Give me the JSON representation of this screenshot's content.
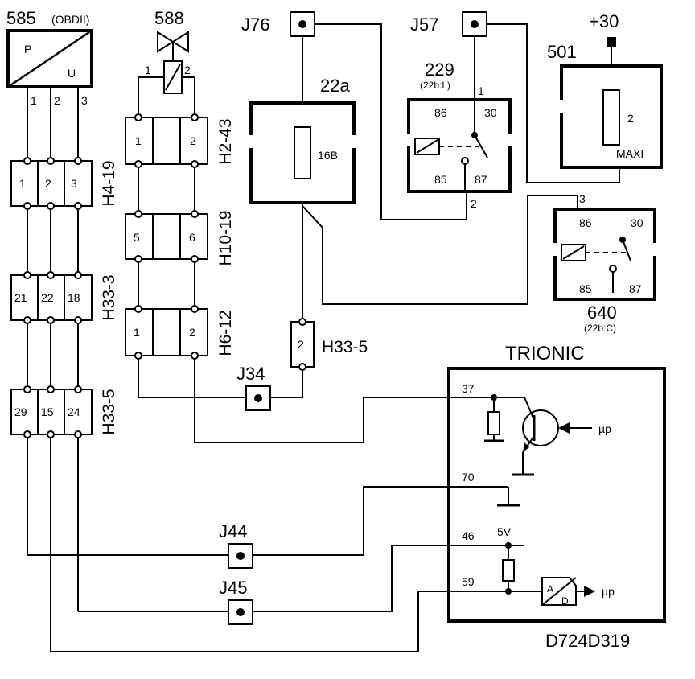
{
  "title": "D724D319",
  "components": {
    "sensor_585": {
      "label": "585",
      "sub": "(OBDII)",
      "p": "P",
      "u": "U",
      "pins": [
        "1",
        "2",
        "3"
      ]
    },
    "valve_588": {
      "label": "588",
      "pins": [
        "1",
        "2"
      ]
    },
    "junction_j76": {
      "label": "J76"
    },
    "junction_j57": {
      "label": "J57"
    },
    "fuse_22a": {
      "label": "22a",
      "value": "16B"
    },
    "relay_229": {
      "label": "229",
      "sub": "(22b:L)",
      "pins": [
        "86",
        "30",
        "85",
        "87"
      ],
      "ext_pins": [
        "1",
        "2"
      ]
    },
    "fuse_501": {
      "label": "501",
      "supply": "+30",
      "pin": "2",
      "type": "MAXI"
    },
    "relay_640": {
      "label": "640",
      "sub": "(22b:C)",
      "pins": [
        "86",
        "30",
        "85",
        "87"
      ],
      "ext_pin": "3"
    },
    "trionic": {
      "label": "TRIONIC",
      "pins": [
        "37",
        "70",
        "46",
        "59"
      ],
      "vref": "5V",
      "mp1": "µp",
      "mp2": "µp",
      "adc_a": "A",
      "adc_d": "D"
    },
    "junction_j34": {
      "label": "J34"
    },
    "junction_j44": {
      "label": "J44"
    },
    "junction_j45": {
      "label": "J45"
    }
  },
  "connectors": {
    "h4_19": {
      "label": "H4-19",
      "pins": [
        "1",
        "2",
        "3"
      ]
    },
    "h33_3": {
      "label": "H33-3",
      "pins": [
        "21",
        "22",
        "18"
      ]
    },
    "h33_5_left": {
      "label": "H33-5",
      "pins": [
        "29",
        "15",
        "24"
      ]
    },
    "h2_43": {
      "label": "H2-43",
      "pins": [
        "1",
        "2"
      ]
    },
    "h10_19": {
      "label": "H10-19",
      "pins": [
        "5",
        "6"
      ]
    },
    "h6_12": {
      "label": "H6-12",
      "pins": [
        "1",
        "2"
      ]
    },
    "h33_5_right": {
      "label": "H33-5",
      "pins": [
        "2"
      ]
    }
  }
}
